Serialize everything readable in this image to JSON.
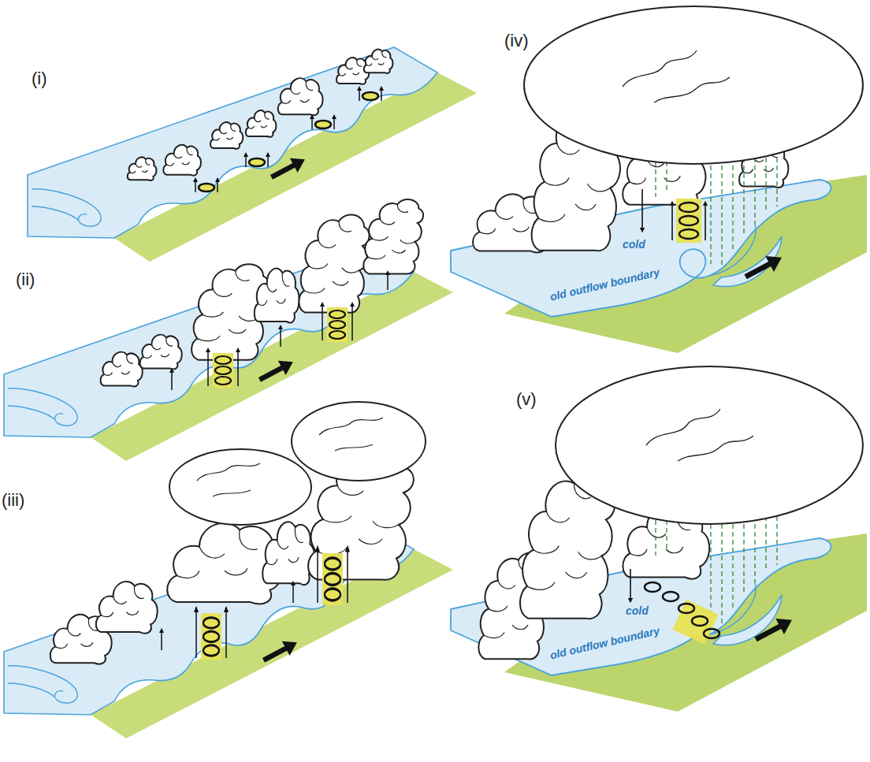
{
  "diagram": {
    "labels": [
      "(i)",
      "(ii)",
      "(iii)",
      "(iv)",
      "cold",
      "old outflow boundary",
      "(v)",
      "cold",
      "old outflow boundary"
    ]
  }
}
